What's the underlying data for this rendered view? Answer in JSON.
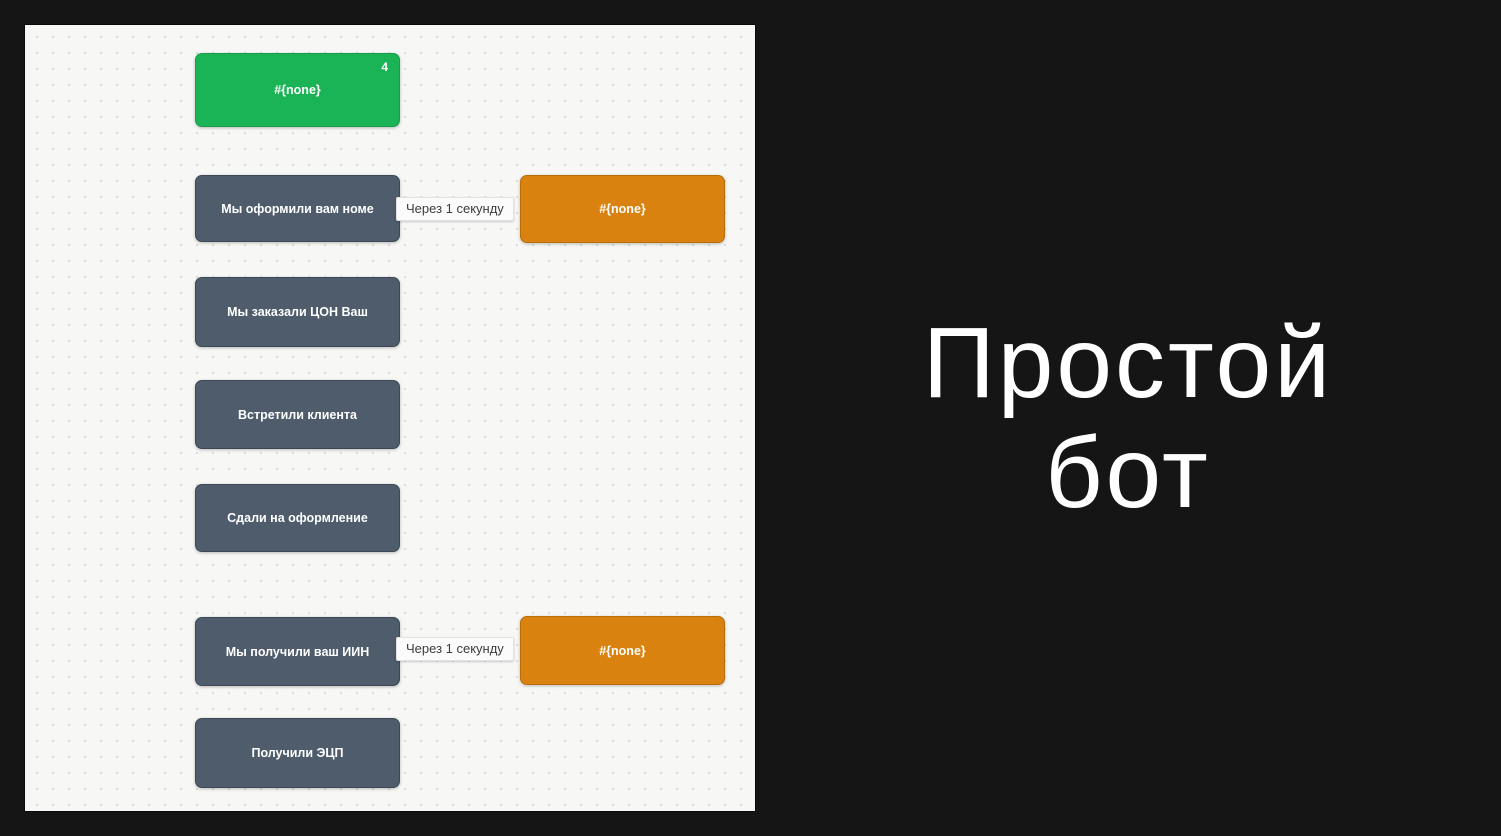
{
  "colors": {
    "page_bg": "#151515",
    "canvas_bg": "#f7f7f5",
    "grid_dot": "#d9d9d9",
    "node_green": "#1ab355",
    "node_slate": "#4e5c6c",
    "node_orange": "#d9820f",
    "node_text": "#ffffff",
    "delay_bg": "#fbfbfb",
    "delay_text": "#3c3c3c",
    "title_text": "#ffffff"
  },
  "title": {
    "line1": "Простой",
    "line2": "бот"
  },
  "flow": {
    "start": {
      "label": "#{none}",
      "badge": "4"
    },
    "steps": [
      {
        "label": "Мы оформили вам номе"
      },
      {
        "label": "Мы заказали ЦОН  Ваш"
      },
      {
        "label": "Встретили клиента"
      },
      {
        "label": "Сдали на оформление"
      },
      {
        "label": "Мы получили ваш ИИН"
      },
      {
        "label": "Получили ЭЦП"
      }
    ],
    "delays": [
      {
        "label": "Через 1 секунду"
      },
      {
        "label": "Через 1 секунду"
      }
    ],
    "actions": [
      {
        "label": "#{none}"
      },
      {
        "label": "#{none}"
      }
    ]
  }
}
